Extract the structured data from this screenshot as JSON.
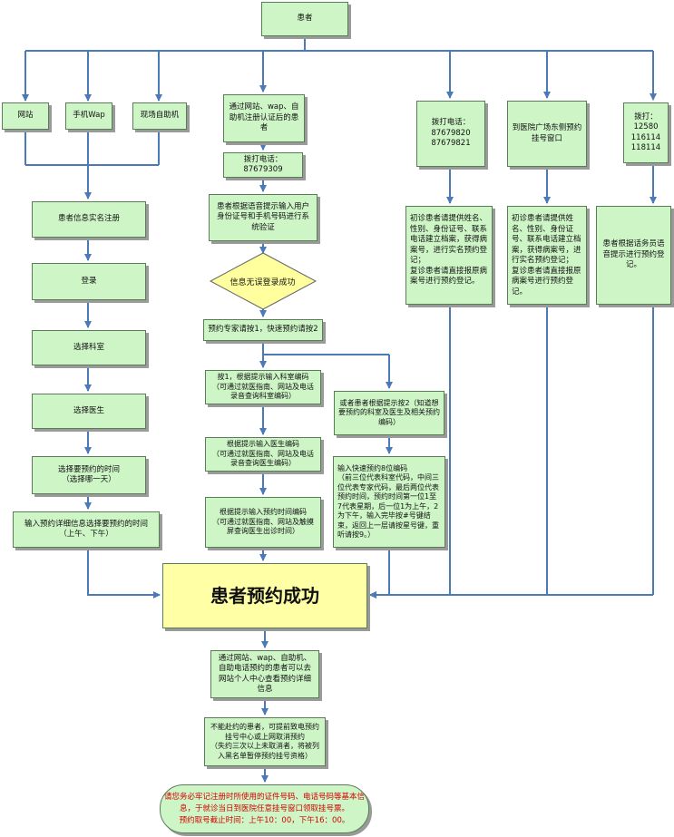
{
  "nodes": {
    "patient": "患者",
    "website": "网站",
    "mobile_wap": "手机Wap",
    "kiosk": "现场自助机",
    "realname_register": "患者信息实名注册",
    "login": "登录",
    "select_department": "选择科室",
    "select_doctor": "选择医生",
    "select_date": "选择要预约的时间\n（选择哪一天）",
    "input_details": "输入预约详细信息选择要预约的时间\n（上午、下午）",
    "auth_patient": "通过网站、wap、自助机注册认证后的患者",
    "call_phone": "拨打电话：87679309",
    "voice_verify": "患者根据语音提示输入用户身份证号和手机号码进行系统验证",
    "login_ok": "信息无误登录成功",
    "press_key": "预约专家请按1，快速预约请按2",
    "key1_department": "按1，根据提示输入科室编码\n（可通过就医指南、网站及电话录音查询科室编码）",
    "doctor_code": "根据提示输入医生编码\n（可通过就医指南、网站及电话录音查询医生编码）",
    "time_code": "根据提示输入预约时间编码\n（可通过就医指南、网站及触摸屏查询医生出诊时间）",
    "key2": "或者患者根据提示按2（知道想要预约的科室及医生及相关预约编码）",
    "eight_digit": "输入快速预约8位编码\n（前三位代表科室代码，中间三位代表专家代码，最后两位代表预约时间，预约时间第一位1至7代表星期，后一位1为上午，2为下午，输入完毕按#号键结束，返回上一层请按星号键，重听请按9。）",
    "hotline": "拨打电话：\n87679820\n87679821",
    "hotline_steps": "初诊患者请提供姓名、性别、身份证号、联系电话建立档案，获得病案号，进行实名预约登记；\n复诊患者请直接报原病案号进行预约登记。",
    "window": "到医院广场东侧预约挂号窗口",
    "window_steps": "初诊患者请提供姓名、性别、身份证号、联系电话建立档案，获得病案号，进行实名预约登记；\n复诊患者请直接报原病案号进行预约登记。",
    "dial_numbers": "拨打：\n12580\n116114\n118114",
    "operator": "患者根据话务员语音提示进行预约登记。",
    "success": "患者预约成功",
    "view_details": "通过网站、wap、自助机、自助电话预约的患者可以去网站个人中心查看预约详细信息",
    "cancel": "不能赴约的患者，可提前致电预约挂号中心或上网取消预约\n（失约三次以上未取消者，将被列入黑名单暂停预约挂号资格）",
    "reminder": "请您务必牢记注册时所使用的证件号码、电话号码等基本信息，于就诊当日到医院任意挂号窗口领取挂号票。\n预约取号截止时间：上午10：00，下午16：00。"
  },
  "colors": {
    "box_fill": "#cdf5c6",
    "arrow": "#4a7ab8",
    "success_fill": "#ffffa6",
    "diamond_fill": "#ffff9e",
    "reminder_text": "#d40000"
  }
}
